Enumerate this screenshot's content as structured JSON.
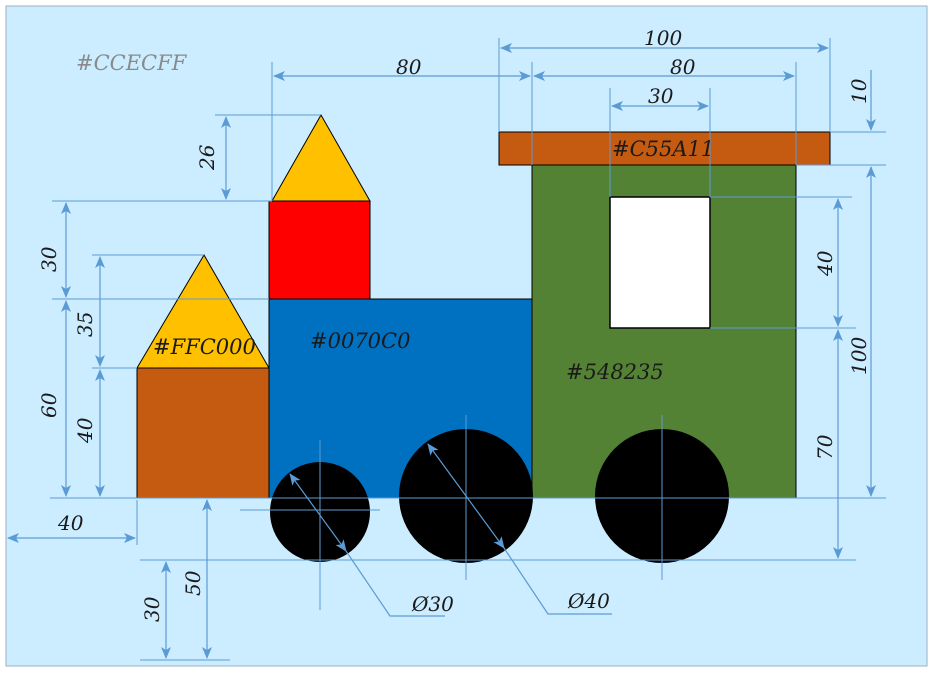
{
  "background_color": "#CCECFF",
  "colors": {
    "chimney": "#FFC000",
    "body": "#0070C0",
    "cab": "#548235",
    "roof": "#C55A11",
    "cabin_base": "#C55A11",
    "red_block": "#FF0000",
    "window": "#FFFFFF",
    "wheel": "#000000",
    "dimension_line": "#5B9BD5"
  },
  "labels": {
    "background": "#CCECFF",
    "chimney": "#FFC000",
    "body": "#0070C0",
    "cab": "#548235",
    "roof": "#C55A11"
  },
  "dimensions": {
    "body_top_width": "80",
    "cab_total_width": "100",
    "cab_width": "80",
    "window_width": "30",
    "roof_height": "10",
    "cab_height": "100",
    "window_height": "40",
    "cab_lower_height": "70",
    "triangle_top_height": "26",
    "chimney_offset": "30",
    "triangle_left_height": "35",
    "left_total_height": "60",
    "left_block_height": "40",
    "left_offset": "40",
    "bottom_offset_30": "30",
    "bottom_offset_50": "50",
    "small_wheel_diameter": "Ø30",
    "big_wheel_diameter": "Ø40"
  }
}
